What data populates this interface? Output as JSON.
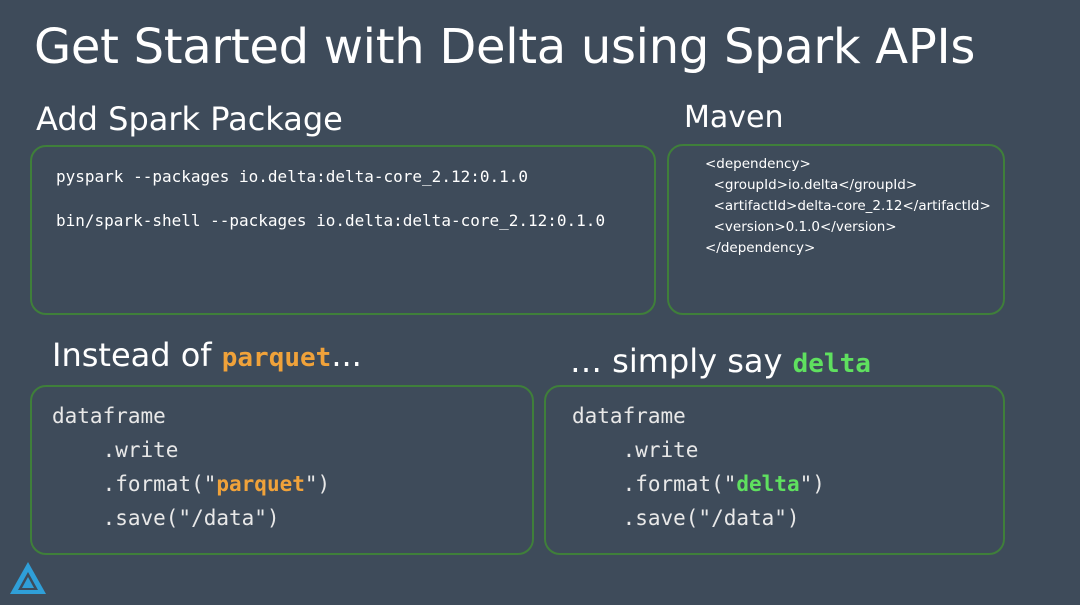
{
  "slide": {
    "title": "Get Started with Delta using Spark APIs"
  },
  "spark_package": {
    "heading": "Add Spark Package",
    "commands": [
      "pyspark --packages io.delta:delta-core_2.12:0.1.0",
      "bin/spark-shell --packages io.delta:delta-core_2.12:0.1.0"
    ]
  },
  "maven": {
    "heading": "Maven",
    "lines": [
      "<dependency>",
      "  <groupId>io.delta</groupId>",
      "  <artifactId>delta-core_2.12</artifactId>",
      "  <version>0.1.0</version>",
      "</dependency>"
    ]
  },
  "parquet_example": {
    "heading_prefix": "Instead of ",
    "heading_keyword": "parquet",
    "heading_suffix": "...",
    "code_line1": "dataframe",
    "code_line2": "    .write",
    "code_line3_prefix": "    .format(\"",
    "code_line3_keyword": "parquet",
    "code_line3_suffix": "\")",
    "code_line4": "    .save(\"/data\")"
  },
  "delta_example": {
    "heading_prefix": "… simply say ",
    "heading_keyword": "delta",
    "code_line1": "dataframe",
    "code_line2": "    .write",
    "code_line3_prefix": "    .format(\"",
    "code_line3_keyword": "delta",
    "code_line3_suffix": "\")",
    "code_line4": "    .save(\"/data\")"
  },
  "colors": {
    "background": "#3e4b5a",
    "box_border": "#3f7f3a",
    "parquet_keyword": "#f0a23a",
    "delta_keyword": "#5fe05f"
  },
  "logo": {
    "icon": "delta-logo-icon"
  }
}
